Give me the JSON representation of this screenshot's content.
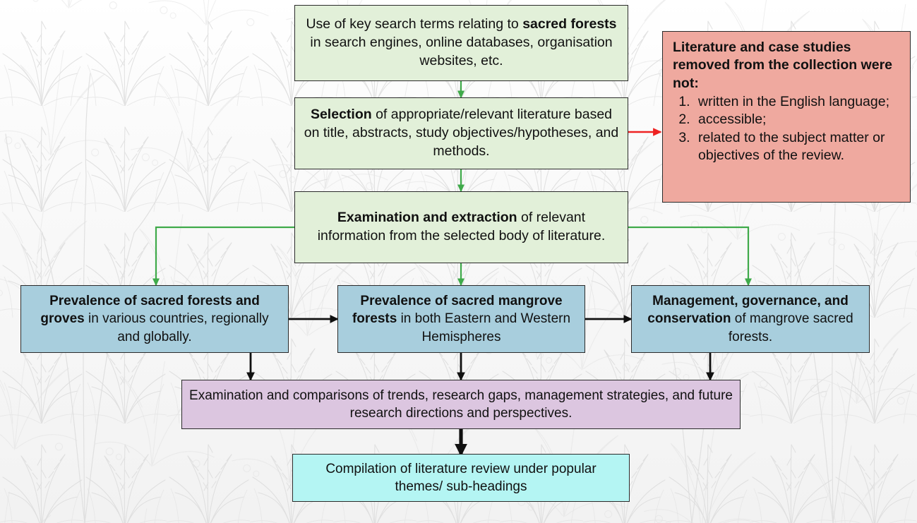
{
  "diagram": {
    "title": "Literature review methodology flowchart for sacred mangrove forests",
    "background": "faint grayscale botanical foliage engraving watermark",
    "colors": {
      "green_box": "#e2f0d9",
      "blue_box": "#a8cedd",
      "salmon_box": "#efa99f",
      "purple_box": "#dcc6e0",
      "cyan_box": "#b4f5f3",
      "box_border": "#2b2b2b",
      "green_arrow": "#3faa4a",
      "red_arrow": "#ee2222",
      "black_arrow": "#000000"
    }
  },
  "nodes": {
    "search": {
      "id": "search-terms",
      "color": "green",
      "text_parts": [
        {
          "t": "Use of key search terms relating to ",
          "b": false
        },
        {
          "t": "sacred forests",
          "b": true
        },
        {
          "t": " in search engines, online databases, organisation websites, etc.",
          "b": false
        }
      ],
      "plain": "Use of key search terms relating to sacred forests in search engines, online databases, organisation websites, etc."
    },
    "selection": {
      "id": "selection",
      "color": "green",
      "text_parts": [
        {
          "t": "Selection",
          "b": true
        },
        {
          "t": " of appropriate/relevant literature based on title, abstracts, study objectives/hypotheses, and methods.",
          "b": false
        }
      ],
      "plain": "Selection of appropriate/relevant literature based on title, abstracts, study objectives/hypotheses, and methods."
    },
    "examination": {
      "id": "examination-extraction",
      "color": "green",
      "text_parts": [
        {
          "t": "Examination and extraction",
          "b": true
        },
        {
          "t": " of relevant information from the selected body of literature.",
          "b": false
        }
      ],
      "plain": "Examination and extraction of relevant information from the selected body of literature."
    },
    "exclusions": {
      "id": "exclusion-criteria",
      "color": "salmon",
      "title": "Literature and case studies removed from the collection were not:",
      "items": [
        "written in the English language;",
        "accessible;",
        "related to the subject matter or objectives of the review."
      ]
    },
    "prevalence_forests": {
      "id": "prevalence-sacred-forests",
      "color": "blue",
      "text_parts": [
        {
          "t": "Prevalence of sacred forests and groves",
          "b": true
        },
        {
          "t": " in various countries, regionally and globally.",
          "b": false
        }
      ],
      "plain": "Prevalence of sacred forests and groves in various countries, regionally and globally."
    },
    "prevalence_mangrove": {
      "id": "prevalence-sacred-mangrove-forests",
      "color": "blue",
      "text_parts": [
        {
          "t": "Prevalence of sacred mangrove forests",
          "b": true
        },
        {
          "t": " in both Eastern and Western Hemispheres",
          "b": false
        }
      ],
      "plain": "Prevalence of sacred mangrove forests in both Eastern and Western Hemispheres"
    },
    "management": {
      "id": "management-governance-conservation",
      "color": "blue",
      "text_parts": [
        {
          "t": "Management, governance, and conservation",
          "b": true
        },
        {
          "t": " of mangrove sacred forests.",
          "b": false
        }
      ],
      "plain": "Management, governance, and conservation of mangrove sacred forests."
    },
    "comparisons": {
      "id": "examination-comparisons",
      "color": "purple",
      "text_parts": [
        {
          "t": "Examination and comparisons of trends, research gaps, management strategies, and future research directions and perspectives.",
          "b": false
        }
      ],
      "plain": "Examination and comparisons of trends, research gaps, management strategies, and future research directions and perspectives."
    },
    "compilation": {
      "id": "compilation-literature-review",
      "color": "cyan",
      "text_parts": [
        {
          "t": "Compilation of literature review under popular themes/ sub-headings",
          "b": false
        }
      ],
      "plain": "Compilation of literature review under popular themes/ sub-headings"
    }
  },
  "connectors": [
    {
      "name": "search-to-selection",
      "from": "search",
      "to": "selection",
      "color": "green"
    },
    {
      "name": "selection-to-exclusions",
      "from": "selection",
      "to": "exclusions",
      "color": "red"
    },
    {
      "name": "selection-to-examination",
      "from": "selection",
      "to": "examination",
      "color": "green"
    },
    {
      "name": "examination-to-prevalence-forests",
      "from": "examination",
      "to": "prevalence_forests",
      "color": "green"
    },
    {
      "name": "examination-to-prevalence-mangrove",
      "from": "examination",
      "to": "prevalence_mangrove",
      "color": "green"
    },
    {
      "name": "examination-to-management",
      "from": "examination",
      "to": "management",
      "color": "green"
    },
    {
      "name": "forests-to-mangrove",
      "from": "prevalence_forests",
      "to": "prevalence_mangrove",
      "color": "black"
    },
    {
      "name": "mangrove-to-management",
      "from": "prevalence_mangrove",
      "to": "management",
      "color": "black"
    },
    {
      "name": "forests-to-comparisons",
      "from": "prevalence_forests",
      "to": "comparisons",
      "color": "black"
    },
    {
      "name": "mangrove-to-comparisons",
      "from": "prevalence_mangrove",
      "to": "comparisons",
      "color": "black"
    },
    {
      "name": "management-to-comparisons",
      "from": "management",
      "to": "comparisons",
      "color": "black"
    },
    {
      "name": "comparisons-to-compilation",
      "from": "comparisons",
      "to": "compilation",
      "color": "black"
    }
  ]
}
